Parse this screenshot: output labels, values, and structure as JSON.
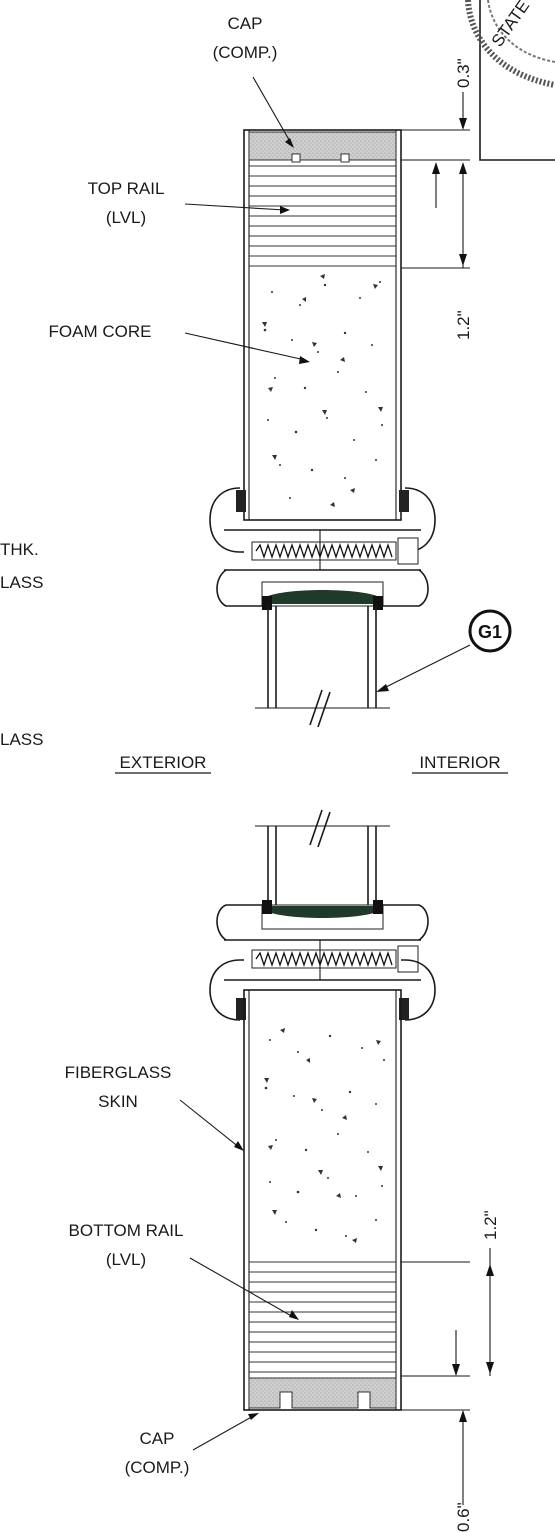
{
  "labels": {
    "cap_top_1": "CAP",
    "cap_top_2": "(COMP.)",
    "top_rail_1": "TOP RAIL",
    "top_rail_2": "(LVL)",
    "foam_core": "FOAM CORE",
    "cut_thk": "THK.",
    "cut_lass_1": "LASS",
    "cut_lass_2": "LASS",
    "exterior": "EXTERIOR",
    "interior": "INTERIOR",
    "fiberglass_1": "FIBERGLASS",
    "fiberglass_2": "SKIN",
    "bottom_rail_1": "BOTTOM RAIL",
    "bottom_rail_2": "(LVL)",
    "cap_bot_1": "CAP",
    "cap_bot_2": "(COMP.)"
  },
  "dimensions": {
    "top_cap": "0.3\"",
    "top_rail": "1.2\"",
    "bottom_rail": "1.2\"",
    "bottom_cap": "0.6\""
  },
  "callout": "G1",
  "colors": {
    "cap_fill": "#c9c9c9",
    "gasket_fill": "#1f3a2a",
    "line": "#1a1a1a"
  }
}
